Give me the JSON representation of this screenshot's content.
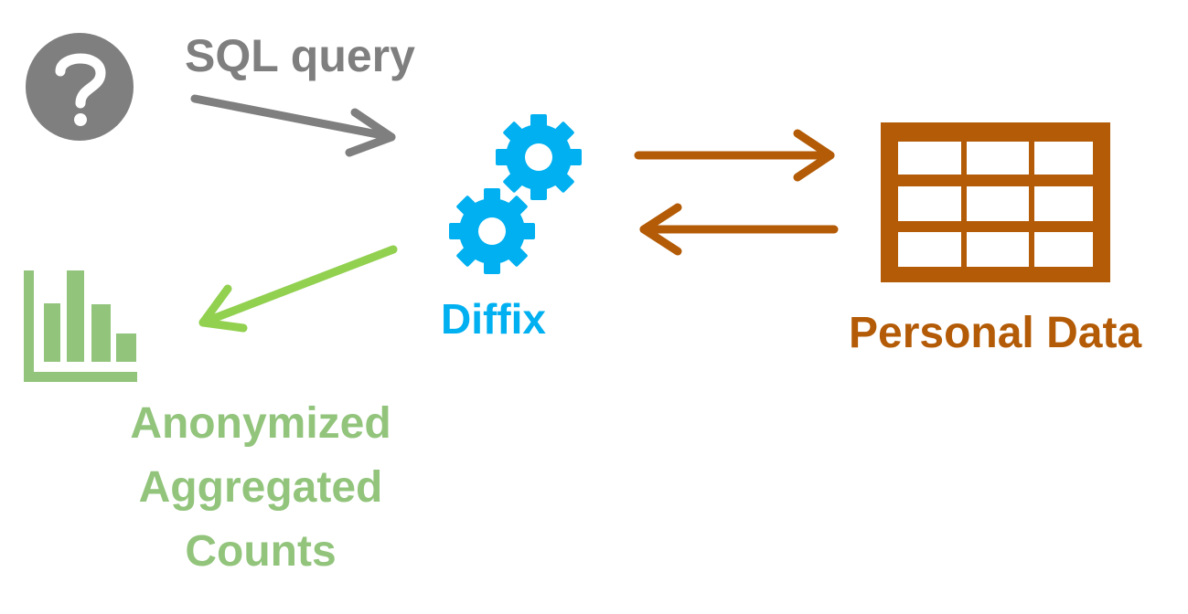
{
  "query": {
    "label": "SQL query",
    "icon": "question-icon",
    "color": "#7f7f7f"
  },
  "engine": {
    "label": "Diffix",
    "icon": "gears-icon",
    "color": "#00b0f0"
  },
  "data_store": {
    "label": "Personal Data",
    "icon": "table-icon",
    "color": "#b35b06"
  },
  "output": {
    "label_lines": [
      "Anonymized",
      "Aggregated",
      "Counts"
    ],
    "icon": "bar-chart-icon",
    "color": "#92c47c",
    "arrow_color": "#92d050"
  }
}
